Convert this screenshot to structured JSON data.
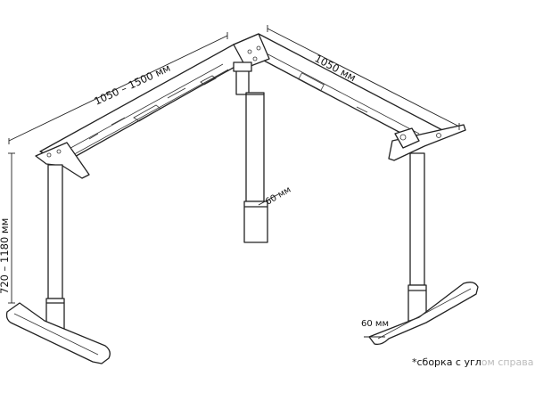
{
  "dimensions": {
    "left_width": "1050 – 1500 мм",
    "right_width": "1050 мм",
    "height_range": "720 – 1180 мм",
    "column_size": "60 мм",
    "foot_size": "60 мм"
  },
  "note": {
    "prefix": "*сборка с угл",
    "faded": "ом справа"
  }
}
